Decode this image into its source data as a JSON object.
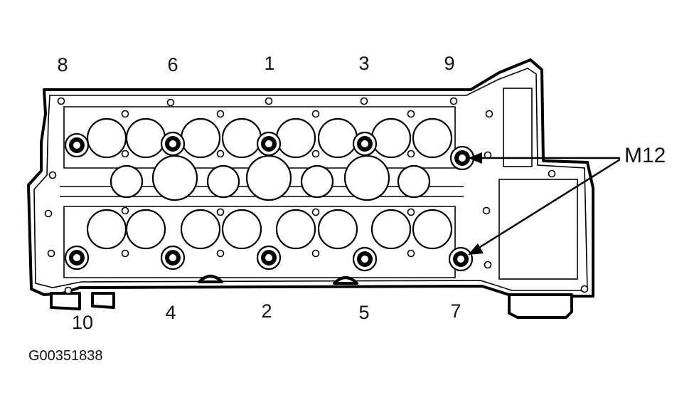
{
  "diagram": {
    "bolt_sequence_top": [
      "8",
      "6",
      "1",
      "3",
      "9"
    ],
    "bolt_sequence_bottom": [
      "10",
      "4",
      "2",
      "5",
      "7"
    ],
    "callout_label": "M12",
    "figure_code": "G00351838"
  }
}
